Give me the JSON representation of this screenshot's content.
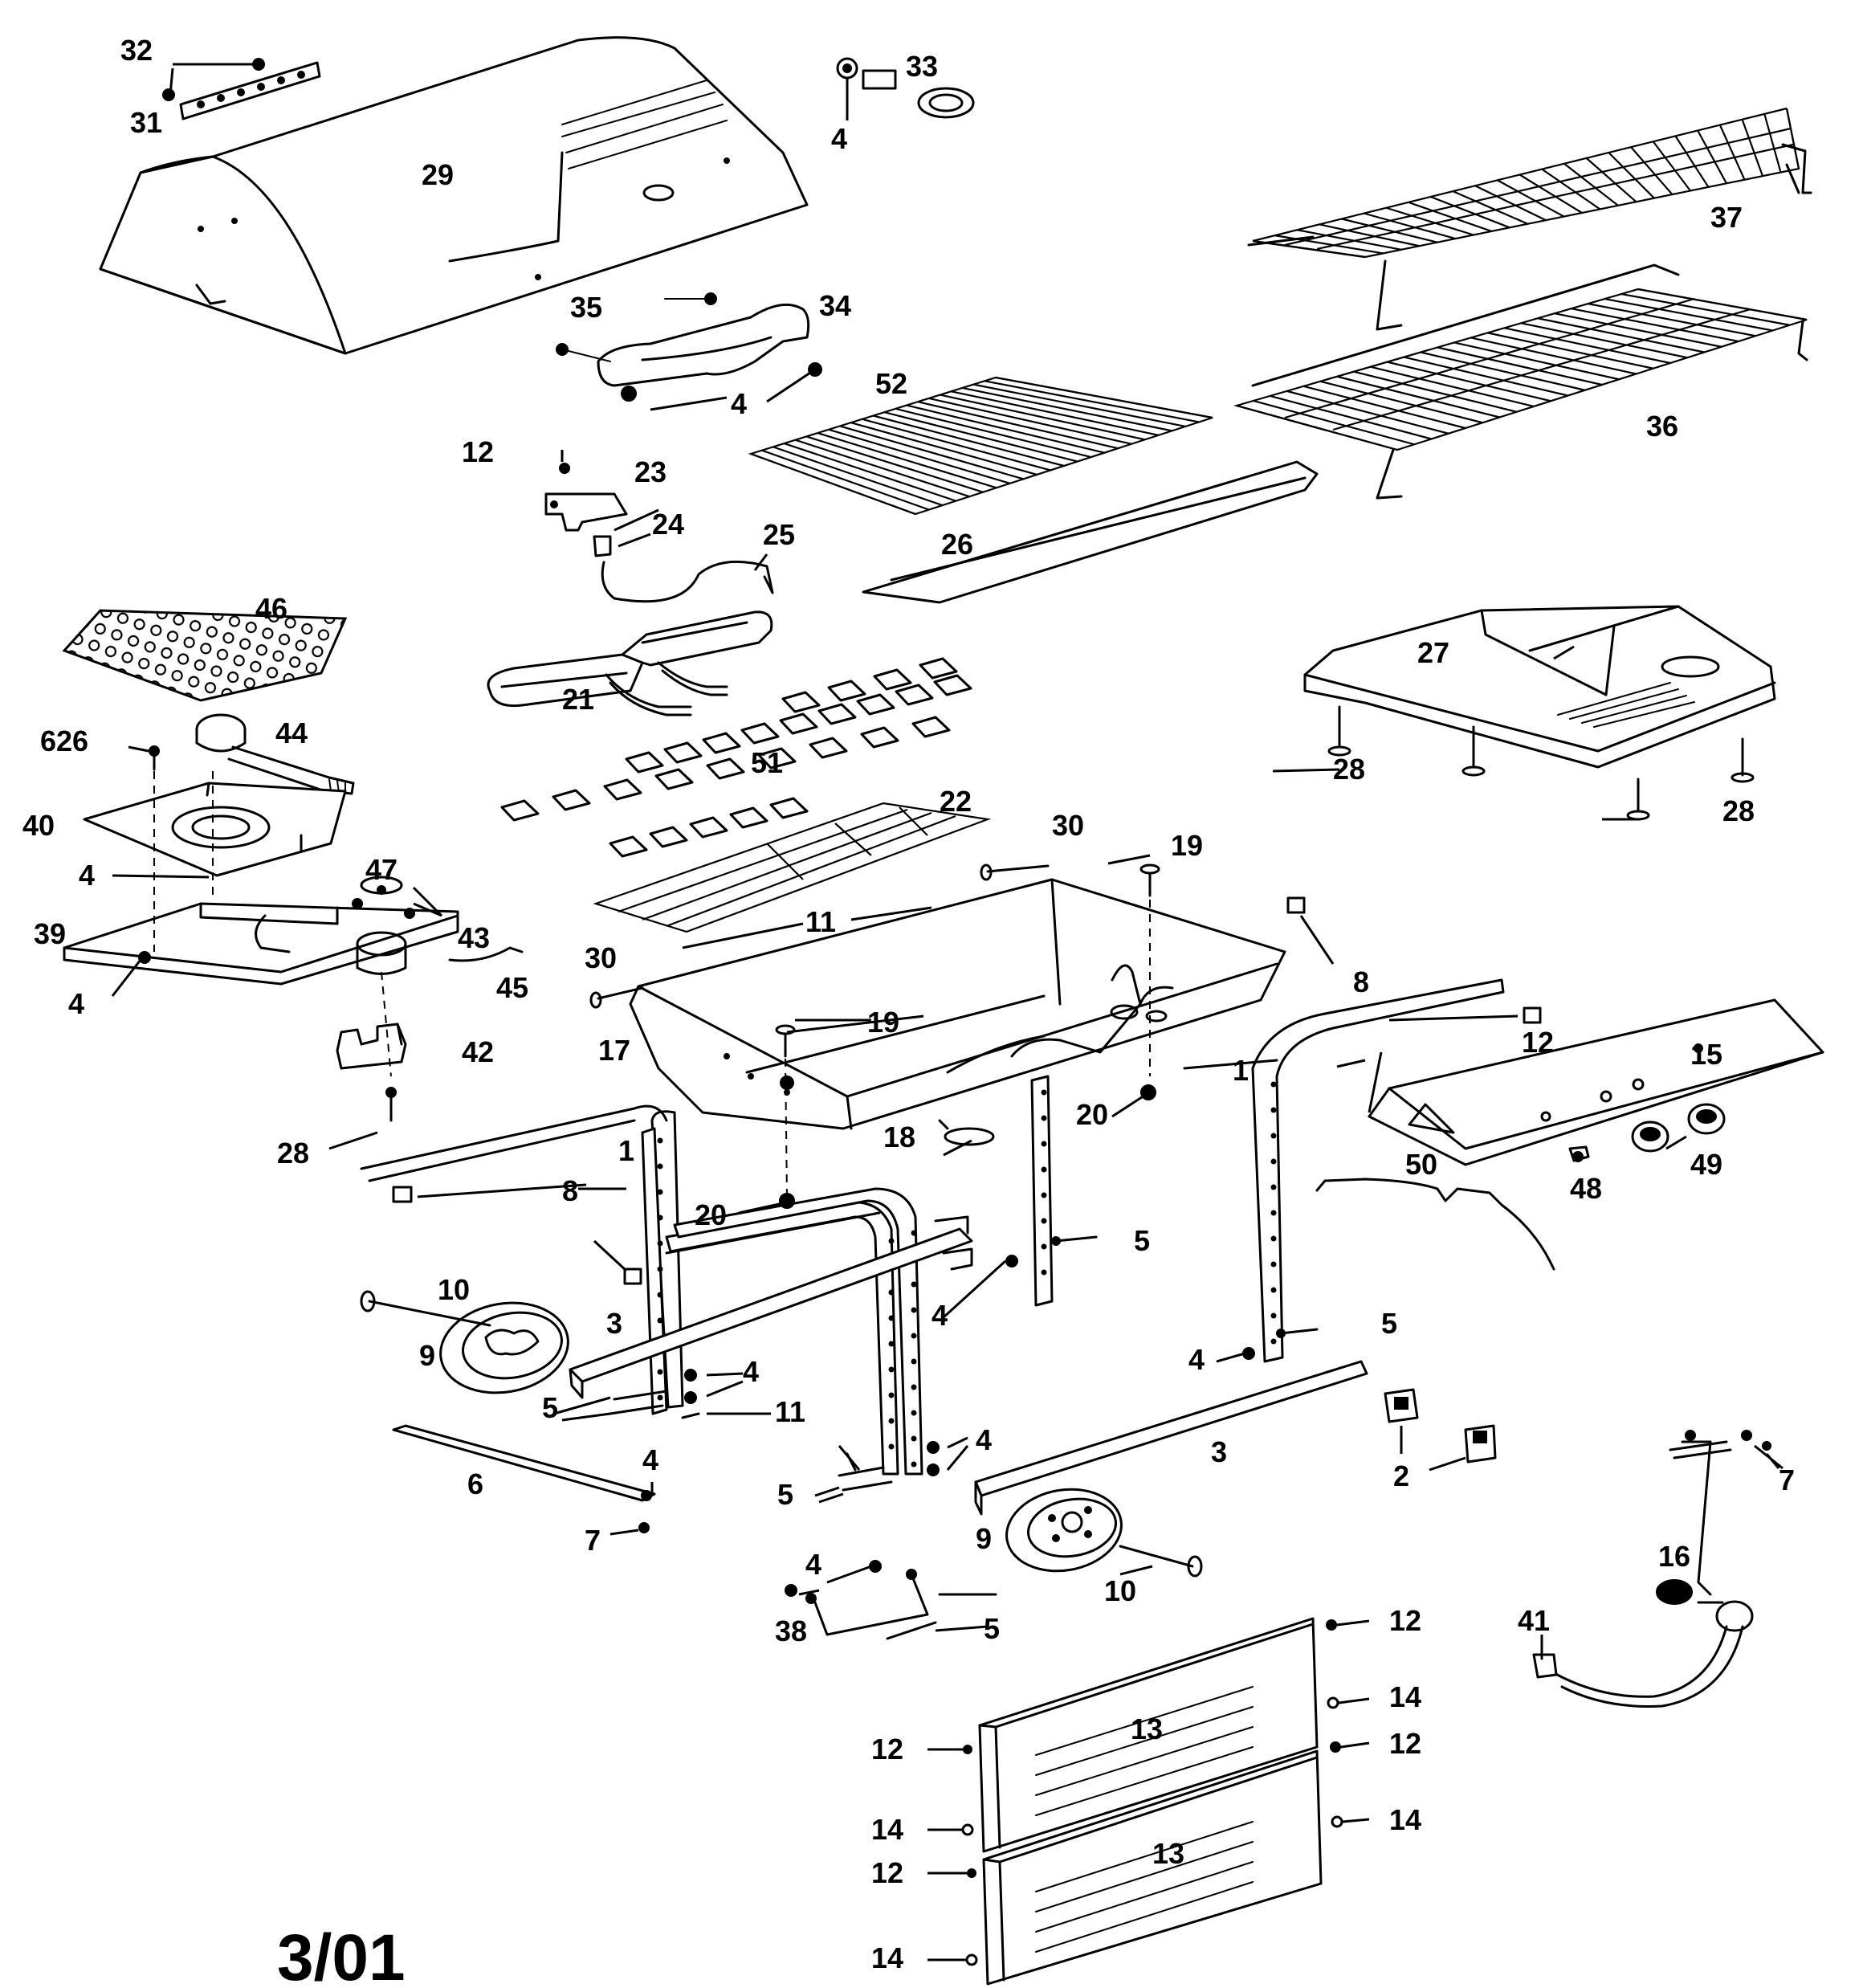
{
  "footer": {
    "date_code": "3/01"
  },
  "callouts": [
    {
      "id": "c32a",
      "text": "32"
    },
    {
      "id": "c31",
      "text": "31"
    },
    {
      "id": "c29",
      "text": "29"
    },
    {
      "id": "c33",
      "text": "33"
    },
    {
      "id": "c4a",
      "text": "4"
    },
    {
      "id": "c37",
      "text": "37"
    },
    {
      "id": "c35",
      "text": "35"
    },
    {
      "id": "c34",
      "text": "34"
    },
    {
      "id": "c4b",
      "text": "4"
    },
    {
      "id": "c52",
      "text": "52"
    },
    {
      "id": "c36",
      "text": "36"
    },
    {
      "id": "c12a",
      "text": "12"
    },
    {
      "id": "c23",
      "text": "23"
    },
    {
      "id": "c24",
      "text": "24"
    },
    {
      "id": "c25",
      "text": "25"
    },
    {
      "id": "c26",
      "text": "26"
    },
    {
      "id": "c46",
      "text": "46"
    },
    {
      "id": "c27",
      "text": "27"
    },
    {
      "id": "c21",
      "text": "21"
    },
    {
      "id": "c626",
      "text": "626"
    },
    {
      "id": "c44",
      "text": "44"
    },
    {
      "id": "c51",
      "text": "51"
    },
    {
      "id": "c28a",
      "text": "28"
    },
    {
      "id": "c28b",
      "text": "28"
    },
    {
      "id": "c40",
      "text": "40"
    },
    {
      "id": "c22",
      "text": "22"
    },
    {
      "id": "c30a",
      "text": "30"
    },
    {
      "id": "c19a",
      "text": "19"
    },
    {
      "id": "c4c",
      "text": "4"
    },
    {
      "id": "c47",
      "text": "47"
    },
    {
      "id": "c11a",
      "text": "11"
    },
    {
      "id": "c39",
      "text": "39"
    },
    {
      "id": "c43",
      "text": "43"
    },
    {
      "id": "c8a",
      "text": "8"
    },
    {
      "id": "c30b",
      "text": "30"
    },
    {
      "id": "c45",
      "text": "45"
    },
    {
      "id": "c4d",
      "text": "4"
    },
    {
      "id": "c19b",
      "text": "19"
    },
    {
      "id": "c12b",
      "text": "12"
    },
    {
      "id": "c15",
      "text": "15"
    },
    {
      "id": "c17",
      "text": "17"
    },
    {
      "id": "c42",
      "text": "42"
    },
    {
      "id": "c1a",
      "text": "1"
    },
    {
      "id": "c20a",
      "text": "20"
    },
    {
      "id": "c18",
      "text": "18"
    },
    {
      "id": "c28c",
      "text": "28"
    },
    {
      "id": "c1b",
      "text": "1"
    },
    {
      "id": "c50",
      "text": "50"
    },
    {
      "id": "c48",
      "text": "48"
    },
    {
      "id": "c49",
      "text": "49"
    },
    {
      "id": "c8b",
      "text": "8"
    },
    {
      "id": "c20b",
      "text": "20"
    },
    {
      "id": "c5a",
      "text": "5"
    },
    {
      "id": "c10a",
      "text": "10"
    },
    {
      "id": "c4e",
      "text": "4"
    },
    {
      "id": "c5b",
      "text": "5"
    },
    {
      "id": "c9a",
      "text": "9"
    },
    {
      "id": "c3a",
      "text": "3"
    },
    {
      "id": "c4f",
      "text": "4"
    },
    {
      "id": "c4g",
      "text": "4"
    },
    {
      "id": "c5c",
      "text": "5"
    },
    {
      "id": "c11b",
      "text": "11"
    },
    {
      "id": "c3b",
      "text": "3"
    },
    {
      "id": "c4h",
      "text": "4"
    },
    {
      "id": "c2",
      "text": "2"
    },
    {
      "id": "c7a",
      "text": "7"
    },
    {
      "id": "c6",
      "text": "6"
    },
    {
      "id": "c4i",
      "text": "4"
    },
    {
      "id": "c5d",
      "text": "5"
    },
    {
      "id": "c7b",
      "text": "7"
    },
    {
      "id": "c9b",
      "text": "9"
    },
    {
      "id": "c16",
      "text": "16"
    },
    {
      "id": "c4j",
      "text": "4"
    },
    {
      "id": "c10b",
      "text": "10"
    },
    {
      "id": "c38",
      "text": "38"
    },
    {
      "id": "c5e",
      "text": "5"
    },
    {
      "id": "c41",
      "text": "41"
    },
    {
      "id": "c12c",
      "text": "12"
    },
    {
      "id": "c14a",
      "text": "14"
    },
    {
      "id": "c13a",
      "text": "13"
    },
    {
      "id": "c12d",
      "text": "12"
    },
    {
      "id": "c12e",
      "text": "12"
    },
    {
      "id": "c14b",
      "text": "14"
    },
    {
      "id": "c14c",
      "text": "14"
    },
    {
      "id": "c13b",
      "text": "13"
    },
    {
      "id": "c12f",
      "text": "12"
    },
    {
      "id": "c14d",
      "text": "14"
    }
  ]
}
